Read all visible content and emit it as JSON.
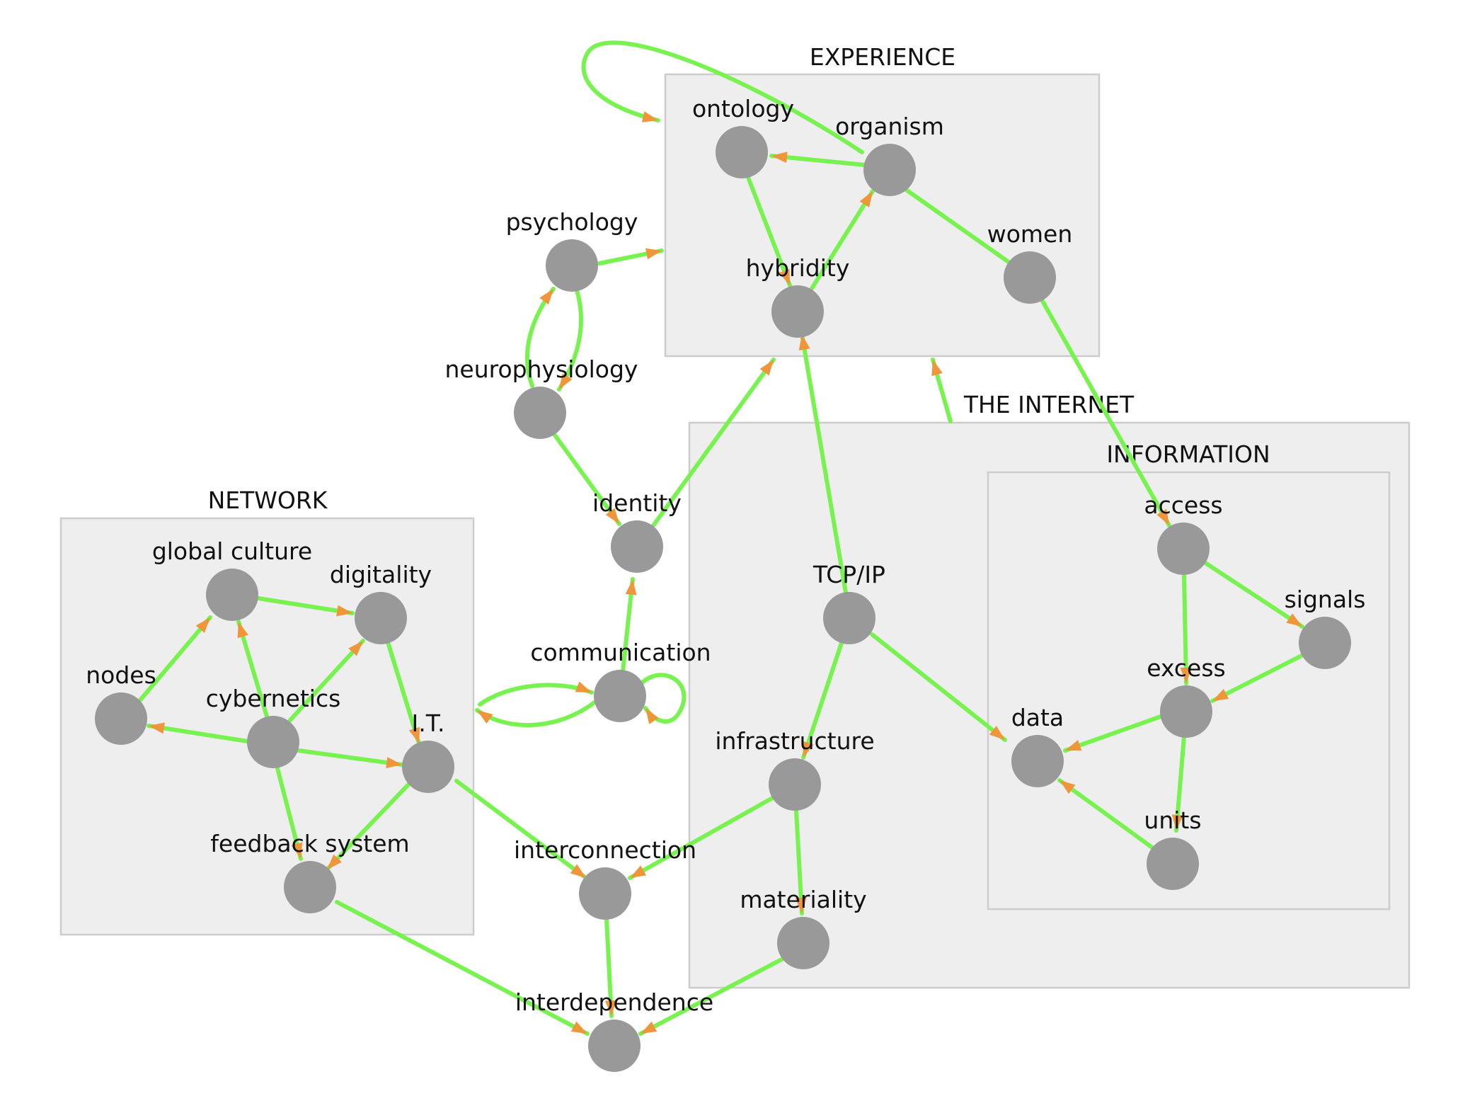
{
  "colors": {
    "edge": "#77f24f",
    "arrow": "#f0963a",
    "node": "#999999",
    "group_fill": "#eeeeee",
    "group_stroke": "#cccccc"
  },
  "groups": [
    {
      "id": "experience",
      "label": "EXPERIENCE"
    },
    {
      "id": "the-internet",
      "label": "THE INTERNET"
    },
    {
      "id": "information",
      "label": "INFORMATION"
    },
    {
      "id": "network",
      "label": "NETWORK"
    }
  ],
  "nodes": [
    {
      "id": "ontology",
      "label": "ontology"
    },
    {
      "id": "organism",
      "label": "organism"
    },
    {
      "id": "hybridity",
      "label": "hybridity"
    },
    {
      "id": "women",
      "label": "women"
    },
    {
      "id": "psychology",
      "label": "psychology"
    },
    {
      "id": "neurophysiology",
      "label": "neurophysiology"
    },
    {
      "id": "identity",
      "label": "identity"
    },
    {
      "id": "communication",
      "label": "communication"
    },
    {
      "id": "global-culture",
      "label": "global culture"
    },
    {
      "id": "digitality",
      "label": "digitality"
    },
    {
      "id": "nodes",
      "label": "nodes"
    },
    {
      "id": "cybernetics",
      "label": "cybernetics"
    },
    {
      "id": "it",
      "label": "I.T."
    },
    {
      "id": "feedback-system",
      "label": "feedback system"
    },
    {
      "id": "interconnection",
      "label": "interconnection"
    },
    {
      "id": "interdependence",
      "label": "interdependence"
    },
    {
      "id": "tcpip",
      "label": "TCP/IP"
    },
    {
      "id": "infrastructure",
      "label": "infrastructure"
    },
    {
      "id": "materiality",
      "label": "materiality"
    },
    {
      "id": "access",
      "label": "access"
    },
    {
      "id": "signals",
      "label": "signals"
    },
    {
      "id": "excess",
      "label": "excess"
    },
    {
      "id": "data",
      "label": "data"
    },
    {
      "id": "units",
      "label": "units"
    }
  ],
  "edges": [
    {
      "from": "organism",
      "to": "experience"
    },
    {
      "from": "organism",
      "to": "ontology"
    },
    {
      "from": "ontology",
      "to": "hybridity"
    },
    {
      "from": "hybridity",
      "to": "organism"
    },
    {
      "from": "organism",
      "to": "women"
    },
    {
      "from": "women",
      "to": "access"
    },
    {
      "from": "psychology",
      "to": "experience"
    },
    {
      "from": "psychology",
      "to": "neurophysiology"
    },
    {
      "from": "neurophysiology",
      "to": "psychology"
    },
    {
      "from": "neurophysiology",
      "to": "identity"
    },
    {
      "from": "identity",
      "to": "experience"
    },
    {
      "from": "communication",
      "to": "identity"
    },
    {
      "from": "communication",
      "to": "network"
    },
    {
      "from": "network",
      "to": "communication"
    },
    {
      "from": "communication",
      "to": "communication"
    },
    {
      "from": "the-internet",
      "to": "experience"
    },
    {
      "from": "tcpip",
      "to": "hybridity"
    },
    {
      "from": "tcpip",
      "to": "infrastructure"
    },
    {
      "from": "tcpip",
      "to": "data"
    },
    {
      "from": "infrastructure",
      "to": "interconnection"
    },
    {
      "from": "infrastructure",
      "to": "materiality"
    },
    {
      "from": "materiality",
      "to": "interdependence"
    },
    {
      "from": "access",
      "to": "signals"
    },
    {
      "from": "access",
      "to": "excess"
    },
    {
      "from": "signals",
      "to": "excess"
    },
    {
      "from": "excess",
      "to": "data"
    },
    {
      "from": "excess",
      "to": "units"
    },
    {
      "from": "units",
      "to": "data"
    },
    {
      "from": "global-culture",
      "to": "digitality"
    },
    {
      "from": "nodes",
      "to": "global-culture"
    },
    {
      "from": "cybernetics",
      "to": "global-culture"
    },
    {
      "from": "cybernetics",
      "to": "digitality"
    },
    {
      "from": "cybernetics",
      "to": "nodes"
    },
    {
      "from": "cybernetics",
      "to": "it"
    },
    {
      "from": "digitality",
      "to": "it"
    },
    {
      "from": "cybernetics",
      "to": "feedback-system"
    },
    {
      "from": "it",
      "to": "feedback-system"
    },
    {
      "from": "it",
      "to": "interconnection"
    },
    {
      "from": "feedback-system",
      "to": "interdependence"
    },
    {
      "from": "interconnection",
      "to": "interdependence"
    }
  ]
}
